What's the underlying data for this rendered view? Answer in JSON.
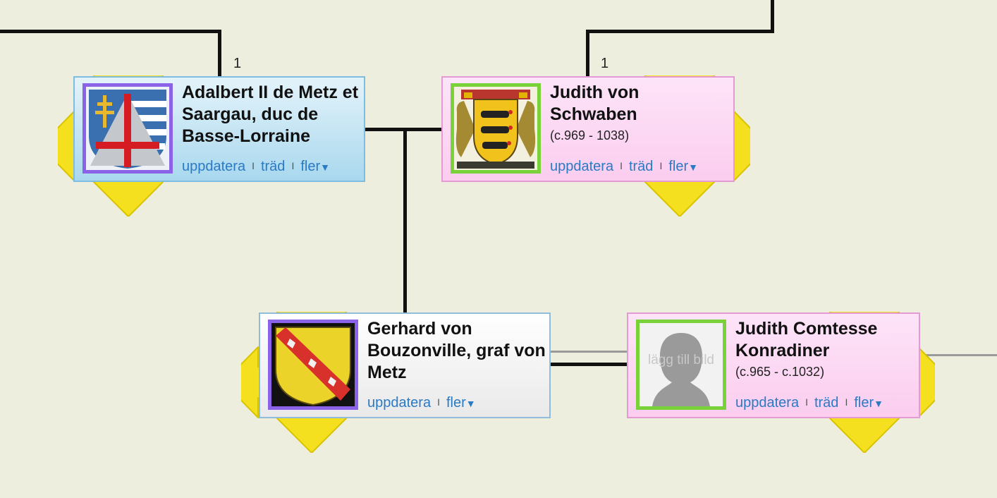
{
  "people": [
    {
      "id": "adalbert",
      "name": "Adalbert II de Metz et Saargau, duc de Basse-Lorraine",
      "dates": "",
      "links": [
        "uppdatera",
        "träd",
        "fler"
      ],
      "gender": "male",
      "photo": "coat-of-arms-cross-shield"
    },
    {
      "id": "judith-schwaben",
      "name": "Judith von Schwaben",
      "dates": "(c.969 - 1038)",
      "links": [
        "uppdatera",
        "träd",
        "fler"
      ],
      "gender": "female",
      "photo": "coat-of-arms-lions"
    },
    {
      "id": "gerhard",
      "name": "Gerhard von Bouzonville, graf von Metz",
      "dates": "",
      "links": [
        "uppdatera",
        "fler"
      ],
      "gender": "male",
      "photo": "coat-of-arms-lorraine-bend"
    },
    {
      "id": "judith-konradiner",
      "name": "Judith Comtesse Konradiner",
      "dates": "(c.965 - c.1032)",
      "links": [
        "uppdatera",
        "träd",
        "fler"
      ],
      "gender": "female",
      "photo": "placeholder-silhouette",
      "add_photo_text": "lägg till bild"
    }
  ],
  "counts": [
    "1",
    "1"
  ],
  "fler_caret": "▼",
  "separator": "I",
  "colors": {
    "background": "#eeeede",
    "male_card": "#a9d8ee",
    "female_card": "#fbcdef",
    "link": "#2a7ac4",
    "nav_arrow": "#f5e020",
    "photo_border_male": "#8b63e8",
    "photo_border_female": "#7ad23a"
  }
}
